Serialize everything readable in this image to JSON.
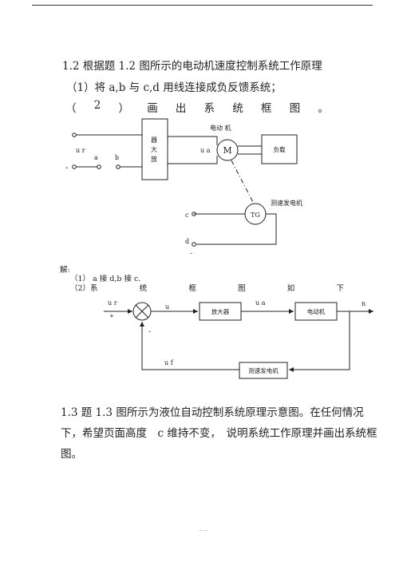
{
  "q12": {
    "title": "1.2 根据题 1.2 图所示的电动机速度控制系统工作原理",
    "part1": "（1）将 a,b 与 c,d 用线连接成负反馈系统；",
    "part2_chars": [
      "（",
      "2",
      "）",
      "画",
      "出",
      "系",
      "统",
      "框",
      "图",
      "。"
    ]
  },
  "fig1": {
    "ur": "u r",
    "a": "a",
    "b": "b",
    "minus": "-",
    "amp_chars": [
      "器",
      "大",
      "放"
    ],
    "ua": "u a",
    "motor_label": "电动 机",
    "motor": "M",
    "load": "负载",
    "tg_label": "测速发电机",
    "tg": "TG",
    "c": "c",
    "d": "d",
    "d_minus": "-"
  },
  "solution": {
    "jie": "解:",
    "line1": "（1） a 接 d,b 接 c.",
    "line2_chars": [
      "（2）系",
      "统",
      "框",
      "图",
      "如",
      "下"
    ]
  },
  "fig2": {
    "ur": "u r",
    "plus": "+",
    "u": "u",
    "minus": "-",
    "ua": "u a",
    "n": "n",
    "amplifier": "放大器",
    "motor": "电动机",
    "uf": "u f",
    "tachometer": "测速发电机"
  },
  "q13": {
    "line1": "1.3 题 1.3 图所示为液位自动控制系统原理示意图。在任何情况",
    "line2": "下，希望页面高度　c 维持不变，　说明系统工作原理并画出系统框",
    "line3": "图。"
  },
  "footer": {
    "mark": "~~"
  }
}
